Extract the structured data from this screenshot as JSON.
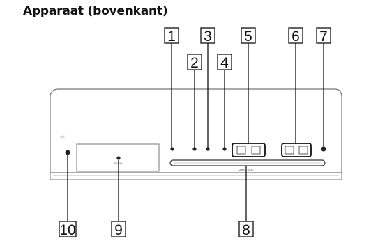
{
  "title": "Apparaat (bovenkant)",
  "callouts": {
    "c1": "1",
    "c2": "2",
    "c3": "3",
    "c4": "4",
    "c5": "5",
    "c6": "6",
    "c7": "7",
    "c8": "8",
    "c9": "9",
    "c10": "10"
  },
  "device_labels": {
    "push": "PUSH",
    "label_side": "LABEL SIDE"
  },
  "colors": {
    "line": "#111111",
    "body_stroke": "#777777"
  }
}
